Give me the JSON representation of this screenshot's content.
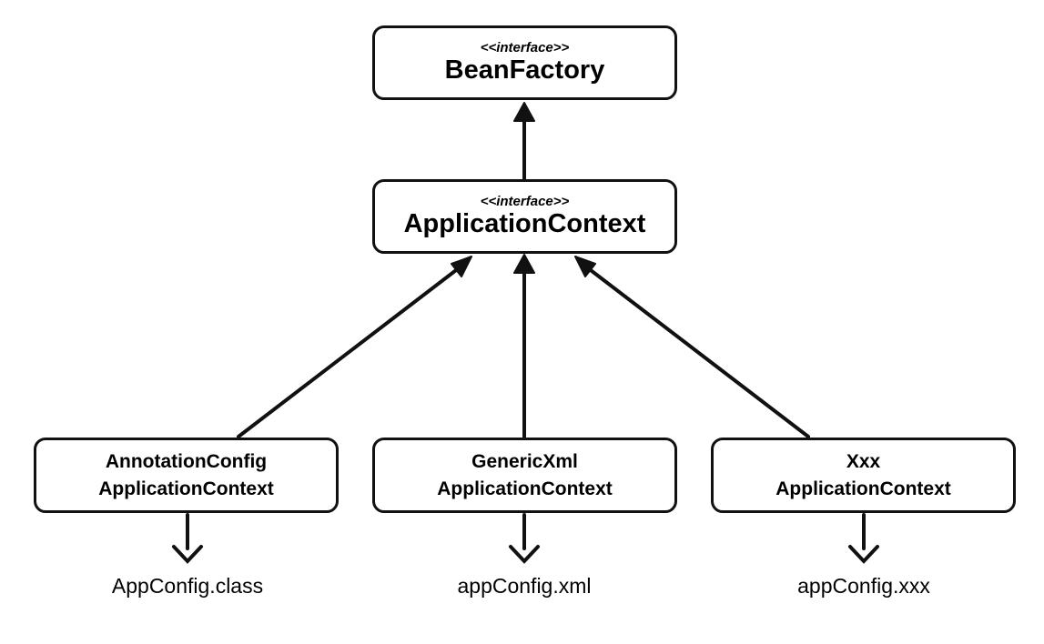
{
  "nodes": {
    "bean_factory": {
      "stereotype": "<<interface>>",
      "name": "BeanFactory"
    },
    "application_context": {
      "stereotype": "<<interface>>",
      "name": "ApplicationContext"
    },
    "annotation_config": {
      "line1": "AnnotationConfig",
      "line2": "ApplicationContext"
    },
    "generic_xml": {
      "line1": "GenericXml",
      "line2": "ApplicationContext"
    },
    "xxx": {
      "line1": "Xxx",
      "line2": "ApplicationContext"
    }
  },
  "config_files": {
    "annotation": "AppConfig.class",
    "xml": "appConfig.xml",
    "xxx": "appConfig.xxx"
  },
  "edges": [
    {
      "from": "application_context",
      "to": "bean_factory",
      "kind": "inheritance"
    },
    {
      "from": "annotation_config",
      "to": "application_context",
      "kind": "inheritance"
    },
    {
      "from": "generic_xml",
      "to": "application_context",
      "kind": "inheritance"
    },
    {
      "from": "xxx",
      "to": "application_context",
      "kind": "inheritance"
    },
    {
      "from": "annotation_config",
      "to": "annotation_file",
      "kind": "dependency"
    },
    {
      "from": "generic_xml",
      "to": "xml_file",
      "kind": "dependency"
    },
    {
      "from": "xxx",
      "to": "xxx_file",
      "kind": "dependency"
    }
  ]
}
